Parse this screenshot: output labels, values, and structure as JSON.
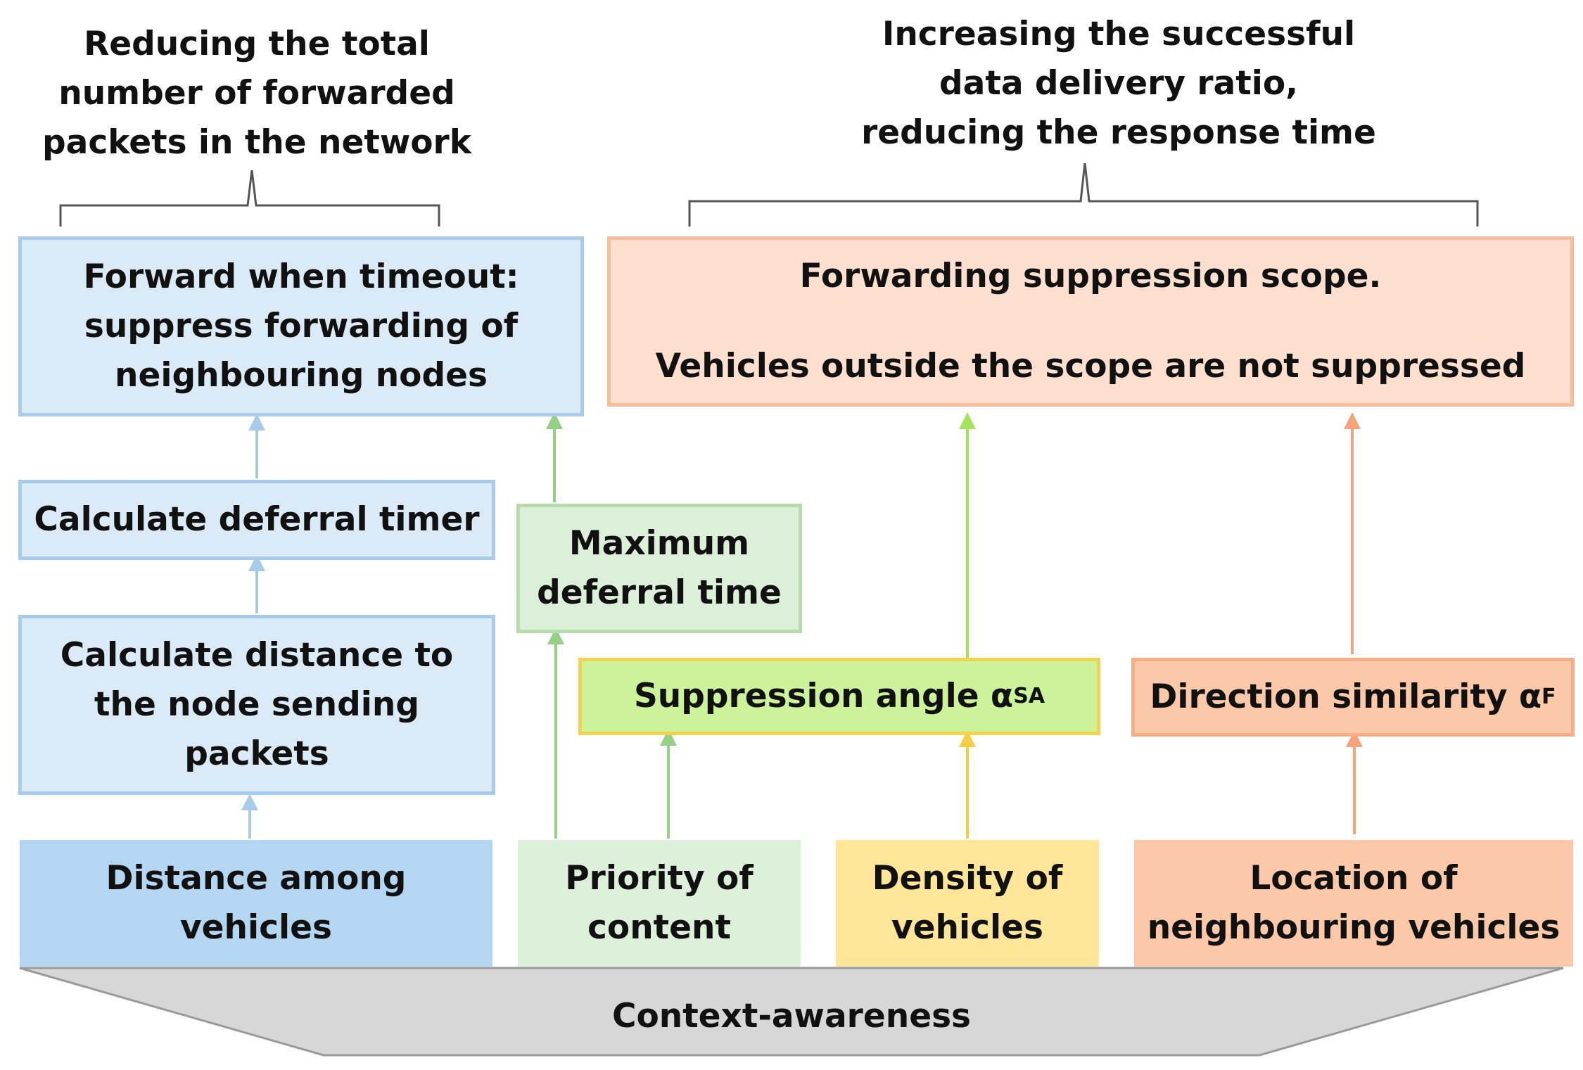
{
  "goals": {
    "left": "Reducing the total\nnumber of forwarded\npackets in the network",
    "right": "Increasing the  successful\ndata delivery ratio,\nreducing the response time"
  },
  "boxes": {
    "forward_timeout": "Forward when timeout:\nsuppress forwarding of\nneighbouring nodes",
    "suppression_scope_line1": "Forwarding suppression scope.",
    "suppression_scope_line2": "Vehicles outside the scope are not suppressed",
    "deferral_timer": "Calculate deferral timer",
    "max_deferral": "Maximum\ndeferral time",
    "calc_distance": "Calculate distance to\nthe node sending\npackets",
    "suppression_angle": "Suppression angle α",
    "suppression_angle_sub": "SA",
    "direction_similarity": "Direction similarity α",
    "direction_similarity_sub": "F"
  },
  "inputs": {
    "distance": "Distance among\nvehicles",
    "priority": "Priority of\ncontent",
    "density": "Density of\nvehicles",
    "location": "Location of\nneighbouring vehicles"
  },
  "base": "Context-awareness",
  "colors": {
    "blue_arrow": "#a9cbea",
    "green_arrow": "#96cf86",
    "lime_arrow": "#a4e35a",
    "yellow_arrow": "#f4cf46",
    "orange_arrow": "#f6a27a",
    "bracket": "#555555",
    "base_fill": "#d7d7d7"
  }
}
